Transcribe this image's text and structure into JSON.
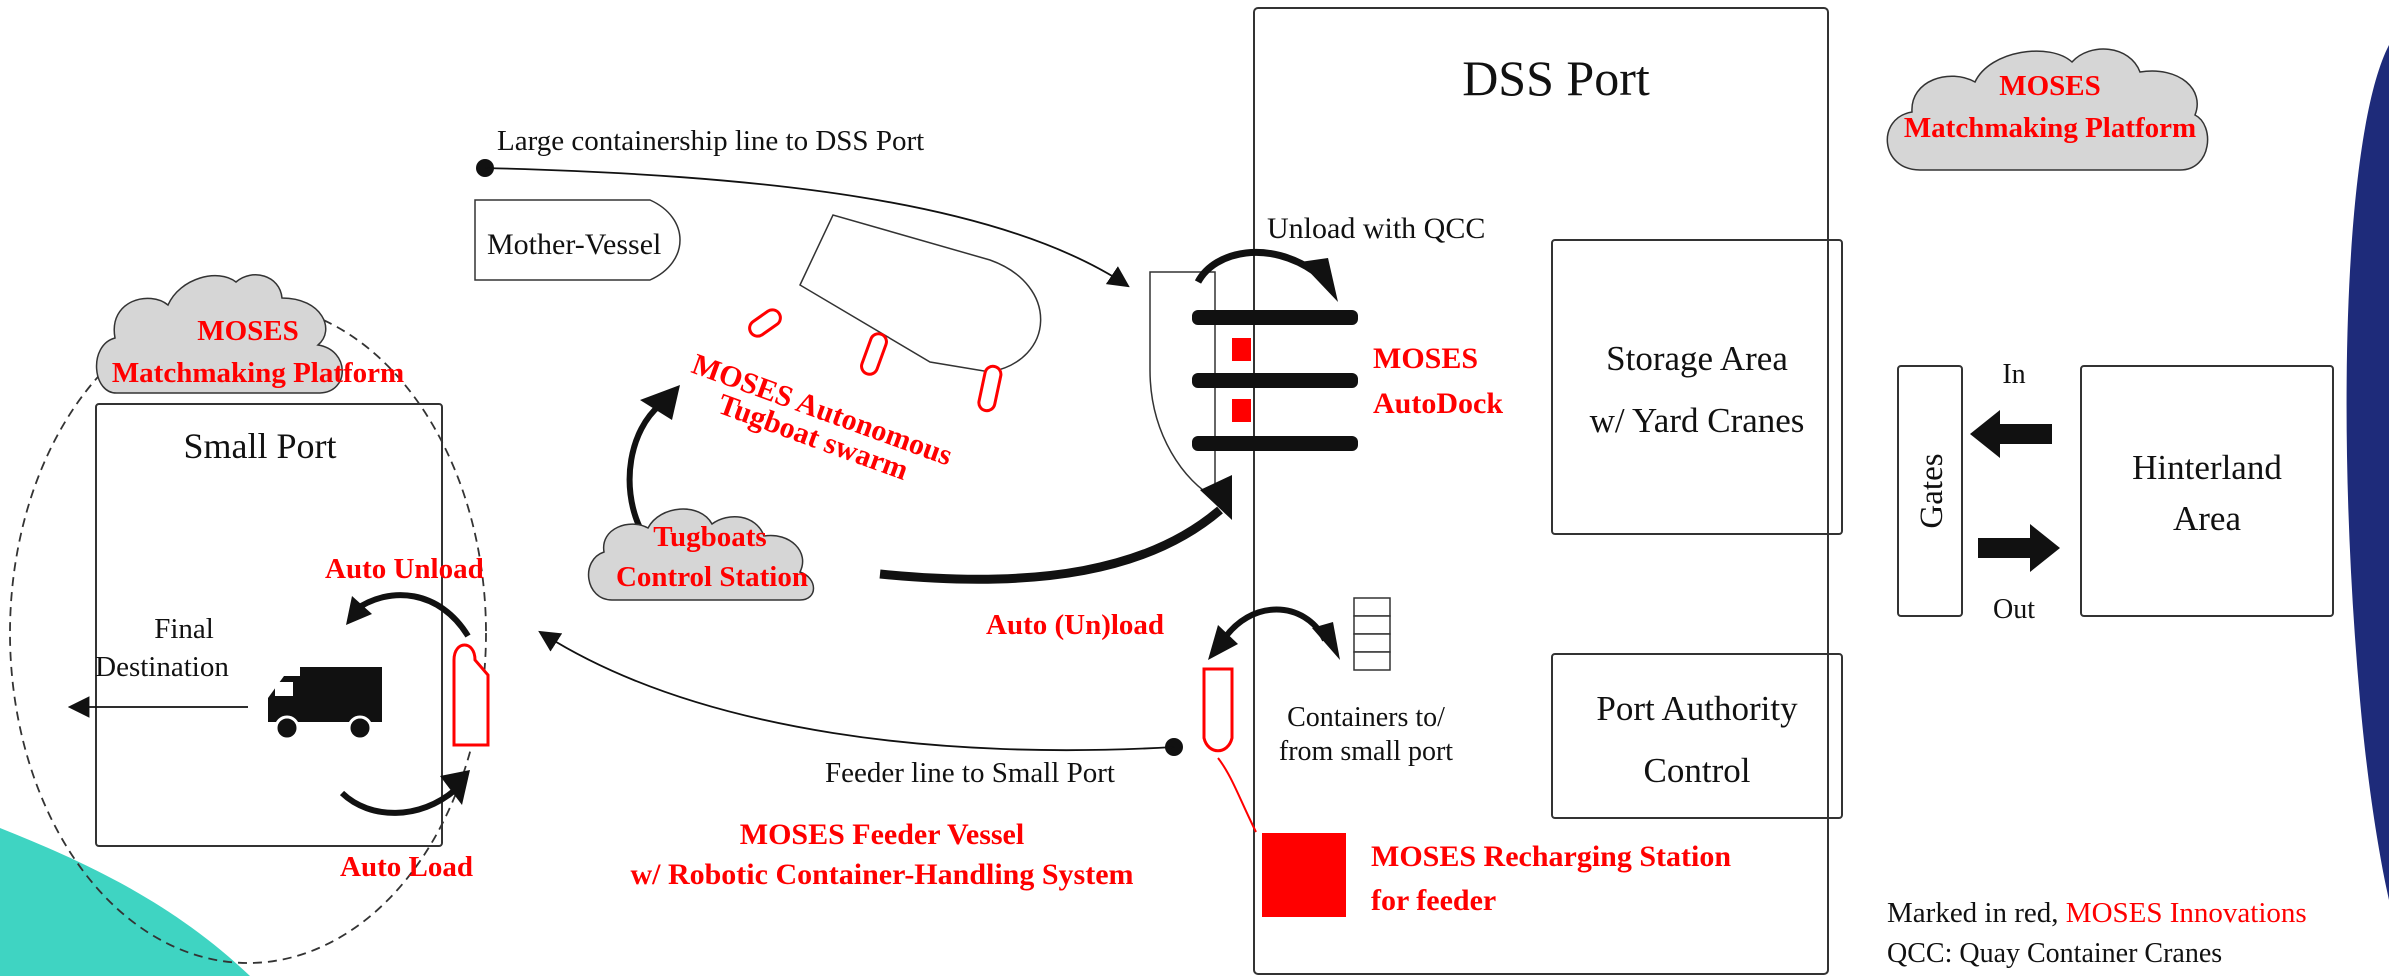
{
  "dss_port": {
    "title": "DSS Port",
    "unload_label": "Unload with QCC",
    "autodock_line1": "MOSES",
    "autodock_line2": "AutoDock",
    "storage_line1": "Storage Area",
    "storage_line2": "w/ Yard Cranes",
    "authority_line1": "Port Authority",
    "authority_line2": "Control",
    "containers_line1": "Containers to/",
    "containers_line2": "from small port",
    "auto_unload_label": "Auto (Un)load",
    "recharging_line1": "MOSES Recharging Station",
    "recharging_line2": "for feeder"
  },
  "clouds": {
    "top_right_line1": "MOSES",
    "top_right_line2": "Matchmaking Platform",
    "left_line1": "MOSES",
    "left_line2": "Matchmaking Platform",
    "tug_line1": "Tugboats",
    "tug_line2": "Control Station"
  },
  "sea": {
    "large_line_label": "Large containership line to DSS Port",
    "mother_vessel": "Mother-Vessel",
    "tugboat_line1": "MOSES Autonomous",
    "tugboat_line2": "Tugboat swarm",
    "feeder_line_label": "Feeder line to Small Port",
    "feeder_vessel_line1": "MOSES Feeder Vessel",
    "feeder_vessel_line2": "w/ Robotic Container-Handling System"
  },
  "small_port": {
    "title": "Small Port",
    "auto_unload": "Auto Unload",
    "auto_load": "Auto Load",
    "final_line1": "Final",
    "final_line2": "Destination"
  },
  "hinterland": {
    "gates": "Gates",
    "in": "In",
    "out": "Out",
    "area_line1": "Hinterland",
    "area_line2": "Area"
  },
  "legend": {
    "prefix": "Marked in red, ",
    "highlight": "MOSES Innovations",
    "qcc": "QCC: Quay Container Cranes"
  },
  "colors": {
    "accent_red": "#ff0000",
    "cloud_fill": "#d6d6d6",
    "teal": "#3fd4c2",
    "navy": "#1e2b7a"
  }
}
